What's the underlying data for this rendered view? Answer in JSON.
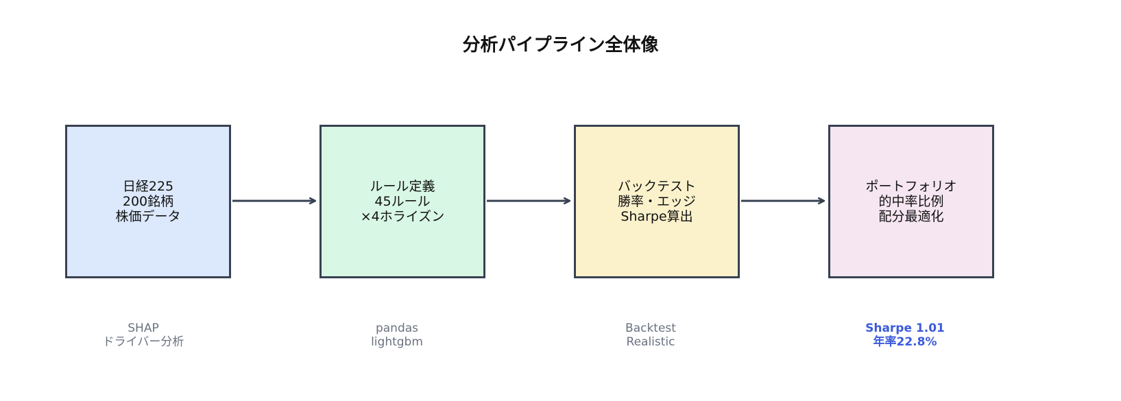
{
  "title": "分析パイプライン全体像",
  "stages": [
    {
      "lines": [
        "日経225",
        "200銘柄",
        "株価データ"
      ],
      "fill": "#dce8fb"
    },
    {
      "lines": [
        "ルール定義",
        "45ルール",
        "×4ホライズン"
      ],
      "fill": "#d8f7e4"
    },
    {
      "lines": [
        "バックテスト",
        "勝率・エッジ",
        "Sharpe算出"
      ],
      "fill": "#fbf2cc"
    },
    {
      "lines": [
        "ポートフォリオ",
        "的中率比例",
        "配分最適化"
      ],
      "fill": "#f5e6f1"
    }
  ],
  "captions": [
    {
      "lines": [
        "SHAP",
        "ドライバー分析"
      ]
    },
    {
      "lines": [
        "pandas",
        "lightgbm"
      ]
    },
    {
      "lines": [
        "Backtest",
        "Realistic"
      ]
    },
    {
      "lines": [
        "Sharpe 1.01",
        "年率22.8%"
      ],
      "color": "#3b5bdb"
    }
  ],
  "colors": {
    "border": "#374151",
    "arrow": "#374151",
    "caption": "#6b7280"
  }
}
